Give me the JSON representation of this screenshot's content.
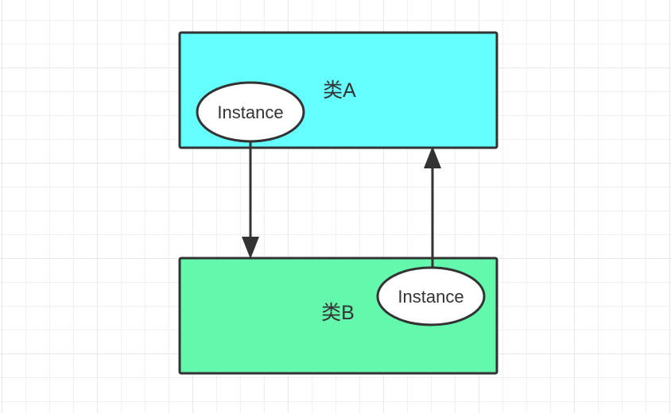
{
  "canvas": {
    "background_color": "#ffffff",
    "grid_minor_color": "#f1f1f1",
    "grid_major_color": "#e7e7e7"
  },
  "nodes": {
    "class_a": {
      "label": "类A",
      "fill": "#66FFFF",
      "stroke": "#333333"
    },
    "class_b": {
      "label": "类B",
      "fill": "#63F8AC",
      "stroke": "#333333"
    },
    "instance_a": {
      "label": "Instance",
      "fill": "#ffffff",
      "stroke": "#333333"
    },
    "instance_b": {
      "label": "Instance",
      "fill": "#ffffff",
      "stroke": "#333333"
    }
  },
  "connectors": [
    {
      "name": "instance-a-to-class-b",
      "direction": "down",
      "color": "#333333"
    },
    {
      "name": "instance-b-to-class-a",
      "direction": "up",
      "color": "#333333"
    }
  ]
}
